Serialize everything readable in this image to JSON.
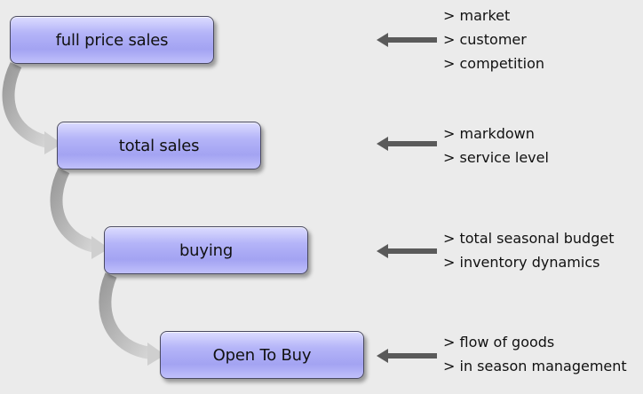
{
  "colors": {
    "background": "#ebebeb",
    "box_fill": "#b4b4f8",
    "box_border": "#4a4a60",
    "connector": "#b8b8b8",
    "input_arrow": "#5a5a5a"
  },
  "steps": [
    {
      "label": "full price sales",
      "factors": [
        "> market",
        "> customer",
        "> competition"
      ]
    },
    {
      "label": "total sales",
      "factors": [
        "> markdown",
        "> service level"
      ]
    },
    {
      "label": "buying",
      "factors": [
        "> total seasonal budget",
        "> inventory dynamics"
      ]
    },
    {
      "label": "Open To Buy",
      "factors": [
        "> flow of goods",
        "> in season management"
      ]
    }
  ],
  "icons": {
    "connector": "curved-down-arrow-icon",
    "input": "left-arrow-icon"
  }
}
